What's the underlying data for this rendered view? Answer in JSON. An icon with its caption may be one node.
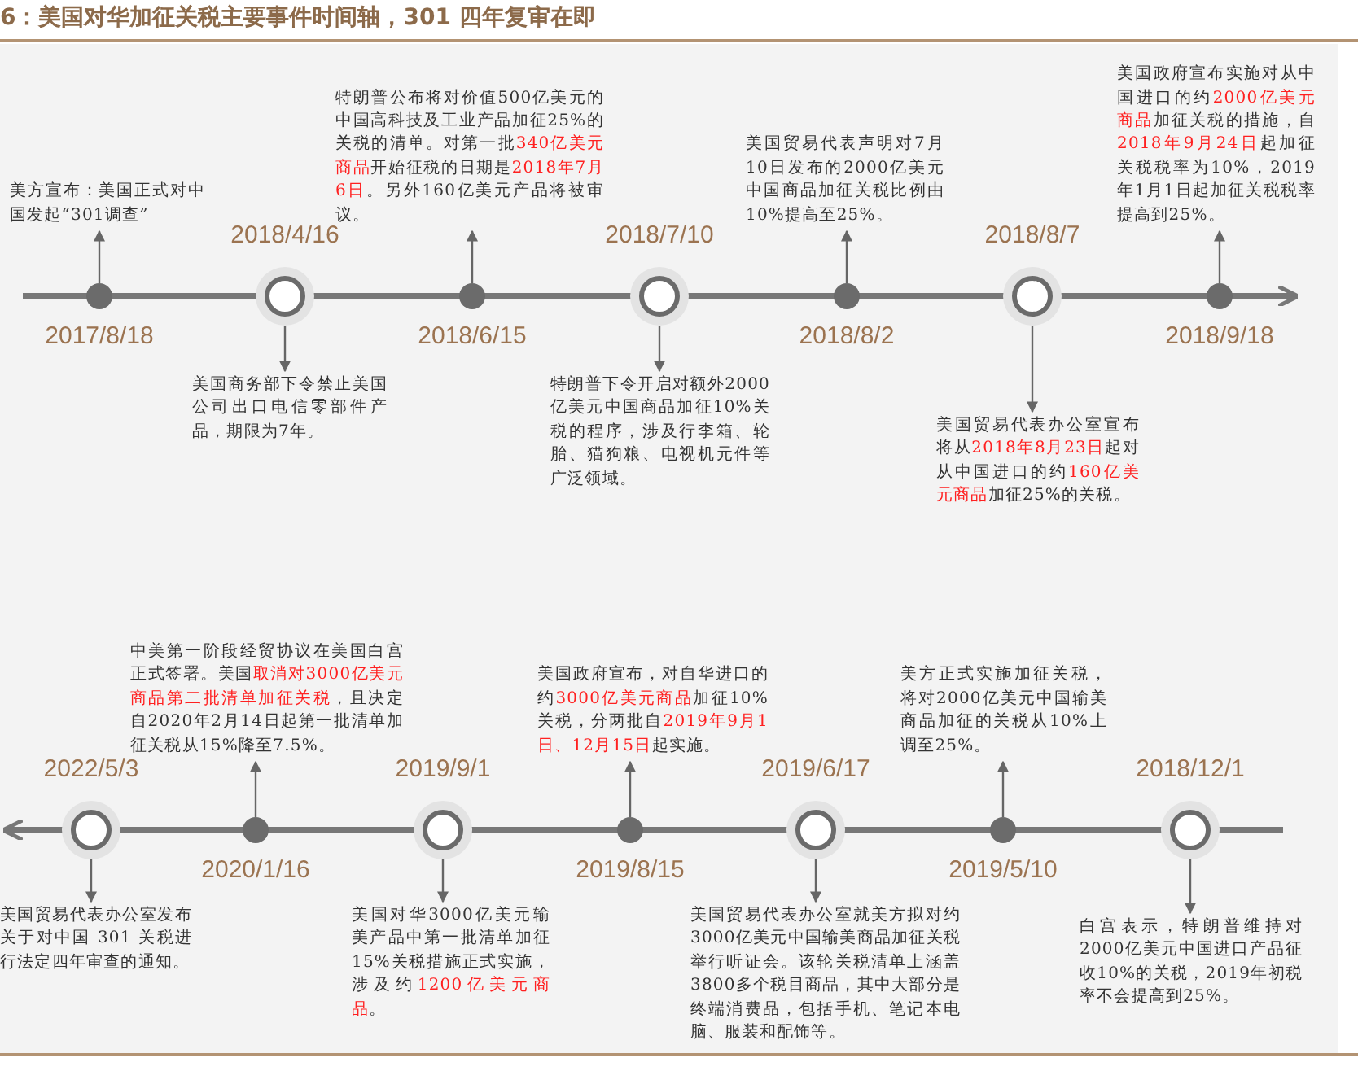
{
  "diagram": {
    "title": "6：美国对华加征关税主要事件时间轴，301 四年复审在即",
    "nodes": [
      {
        "text": [],
        "shape": "circle"
      },
      {
        "text": [
          "美方宣布：美国正式对中国发起“301调查”"
        ]
      },
      {
        "text": [],
        "shape": "circle"
      },
      {
        "text": [
          "美国商务部下令禁止美国公司出口电信零部件产品，期限为7年。"
        ]
      },
      {
        "text": [],
        "shape": "circle"
      },
      {
        "text": [
          "特朗普公布将对价值500亿美元的中国高科技及工业产品加征25%的关税的清单。对第一批**340亿美元商品**开始征税的日期是**2018年7月6日**。另外160亿美元产品将被审议。"
        ]
      },
      {
        "text": [],
        "shape": "circle"
      },
      {
        "text": [
          "特朗普下令开启对额外2000亿美元中国商品加征10%关税的程序，涉及行李箱、轮胎、猫狗粮、电视机元件等广泛领域。"
        ]
      },
      {
        "text": [],
        "shape": "circle"
      },
      {
        "text": [
          "美国贸易代表声明对7月10日发布的2000亿美元中国商品加征关税比例由10%提高至25%。"
        ]
      },
      {
        "text": [],
        "shape": "circle"
      },
      {
        "text": [
          "美国贸易代表办公室宣布将从**2018年8月23日**起对从中国进口的约**160亿美元商品**加征25%的关税。"
        ]
      },
      {
        "text": [],
        "shape": "circle"
      },
      {
        "text": [
          "美国政府宣布实施对从中国进口的约**2000亿美元商品**加征关税的措施，自**2018年9月24日**起加征关税税率为10%，2019年1月1日起加征关税税率提高到25%。"
        ]
      },
      {
        "text": [],
        "shape": "circle"
      },
      {
        "text": [
          "美国贸易代表办公室发布关于对中国 301 关税进行法定四年审查的通知。"
        ]
      },
      {
        "text": [],
        "shape": "circle"
      },
      {
        "text": [
          "中美第一阶段经贸协议在美国白宫正式签署。美国**取消对3000亿美元商品第二批清单加征关税**，且决定自2020年2月14日起第一批清单加征关税从15%降至7.5%。"
        ]
      },
      {
        "text": [],
        "shape": "circle"
      },
      {
        "text": [
          "美国对华3000亿美元输美产品中第一批清单加征15%关税措施正式实施，涉及约**1200亿美元商品**。"
        ]
      },
      {
        "text": [],
        "shape": "circle"
      },
      {
        "text": [
          "美国政府宣布，对自华进口的约**3000亿美元商品**加征10%关税，分两批自**2019年9月1日、12月15日**起实施。"
        ]
      },
      {
        "text": [],
        "shape": "circle"
      },
      {
        "text": [
          "美国贸易代表办公室就美方拟对约3000亿美元中国输美商品加征关税举行听证会。该轮关税清单上涵盖3800多个税目商品，其中大部分是终端消费品，包括手机、笔记本电脑、服装和配饰等。"
        ]
      },
      {
        "text": [],
        "shape": "circle"
      },
      {
        "text": [
          "美方正式实施加征关税，将对2000亿美元中国输美商品加征的关税从10%上调至25%。"
        ]
      },
      {
        "text": [],
        "shape": "circle"
      },
      {
        "text": [
          "白宫表示，特朗普维持对2000亿美元中国进口产品征收10%的关税，2019年初税率不会提高到25%。"
        ]
      }
    ],
    "edges": [
      {
        "from": 0,
        "to": 1,
        "arrow": "to"
      },
      {
        "from": 2,
        "to": 3,
        "arrow": "to"
      },
      {
        "from": 4,
        "to": 5,
        "arrow": "to"
      },
      {
        "from": 6,
        "to": 7,
        "arrow": "to"
      },
      {
        "from": 8,
        "to": 9,
        "arrow": "to"
      },
      {
        "from": 10,
        "to": 11,
        "arrow": "to"
      },
      {
        "from": 12,
        "to": 13,
        "arrow": "to"
      },
      {
        "from": 14,
        "to": 15,
        "arrow": "to"
      },
      {
        "from": 16,
        "to": 17,
        "arrow": "to"
      },
      {
        "from": 18,
        "to": 19,
        "arrow": "to"
      },
      {
        "from": 20,
        "to": 21,
        "arrow": "to"
      },
      {
        "from": 22,
        "to": 23,
        "arrow": "to"
      },
      {
        "from": 24,
        "to": 25,
        "arrow": "to"
      },
      {
        "from": 26,
        "to": 27,
        "arrow": "to"
      }
    ],
    "labels": [
      "2017/8/18",
      "2018/4/16",
      "2018/6/15",
      "2018/7/10",
      "2018/8/2",
      "2018/8/7",
      "2018/9/18",
      "2022/5/3",
      "2020/1/16",
      "2019/9/1",
      "2019/8/15",
      "2019/6/17",
      "2019/5/10",
      "2018/12/1"
    ]
  }
}
